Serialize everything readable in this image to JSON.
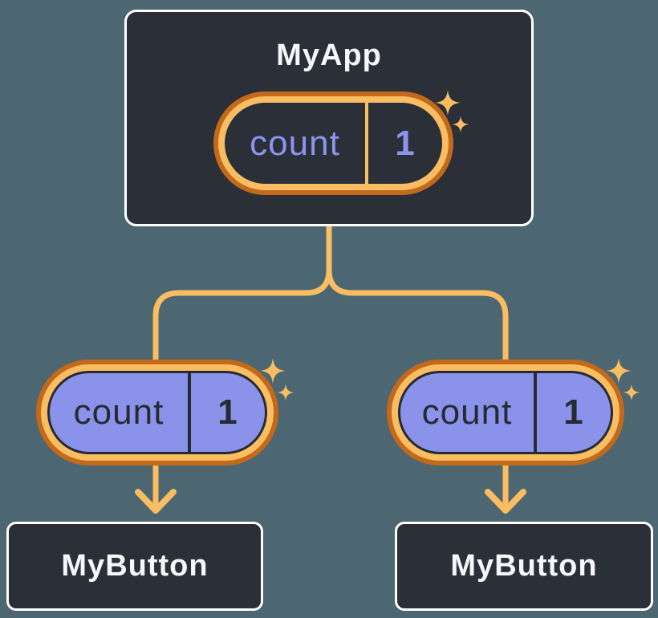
{
  "colors": {
    "bg": "#4C6771",
    "node-bg": "#2A2F38",
    "node-border": "#FFFFFF",
    "node-text": "#F6F7F9",
    "orange-dark": "#C3691C",
    "orange-light": "#FABD62",
    "purple-fill": "#8A92EA",
    "purple-text": "#8C95EE",
    "ink": "#262B33"
  },
  "diagram": {
    "type": "component-tree",
    "root": {
      "title": "MyApp",
      "state_pill": {
        "name": "count",
        "value": "1"
      }
    },
    "children": [
      {
        "title": "MyButton",
        "prop_pill": {
          "name": "count",
          "value": "1"
        }
      },
      {
        "title": "MyButton",
        "prop_pill": {
          "name": "count",
          "value": "1"
        }
      }
    ],
    "icons": {
      "sparkle": "four-point-star-sparkle",
      "arrow": "down-chevron-arrow"
    }
  }
}
